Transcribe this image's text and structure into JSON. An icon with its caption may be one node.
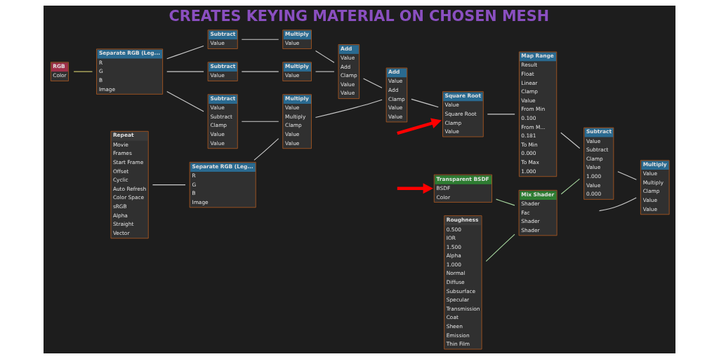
{
  "diagram": {
    "title": "CREATES KEYING MATERIAL ON CHOSEN MESH",
    "nodes": [
      {
        "text": [
          "RGB",
          "Color"
        ]
      },
      {
        "text": [
          "Separate RGB (Leg...",
          "R",
          "G",
          "B",
          "Image"
        ]
      },
      {
        "text": [
          "Subtract",
          "Value"
        ]
      },
      {
        "text": [
          "Subtract",
          "Value"
        ]
      },
      {
        "text": [
          "Subtract",
          "Value",
          "Subtract",
          "Clamp",
          "Value",
          "Value"
        ]
      },
      {
        "text": [
          "Repeat",
          "Movie",
          "Frames",
          "Start Frame",
          "Offset",
          "Cyclic",
          "Auto Refresh",
          "Color Space",
          "sRGB",
          "Alpha",
          "Straight",
          "Vector"
        ]
      },
      {
        "text": [
          "Multiply",
          "Value"
        ]
      },
      {
        "text": [
          "Multiply",
          "Value"
        ]
      },
      {
        "text": [
          "Multiply",
          "Value",
          "Multiply",
          "Clamp",
          "Value",
          "Value"
        ]
      },
      {
        "text": [
          "Separate RGB (Leg...",
          "R",
          "G",
          "B",
          "Image"
        ]
      },
      {
        "text": [
          "Transparent BSDF",
          "BSDF",
          "Color"
        ]
      },
      {
        "text": [
          "Add",
          "Value",
          "Add",
          "Clamp",
          "Value",
          "Value"
        ]
      },
      {
        "text": [
          "Roughness",
          "0.500",
          "IOR",
          "1.500",
          "Alpha",
          "1.000",
          "Normal",
          "Diffuse",
          "Subsurface",
          "Specular",
          "Transmission",
          "Coat",
          "Sheen",
          "Emission",
          "Thin Film"
        ]
      },
      {
        "text": [
          "Add",
          "Value",
          "Add",
          "Clamp",
          "Value",
          "Value"
        ]
      },
      {
        "text": [
          "Mix Shader",
          "Shader",
          "Fac",
          "Shader",
          "Shader"
        ]
      },
      {
        "text": [
          "Square Root",
          "Value",
          "Square Root",
          "Clamp",
          "Value"
        ]
      },
      {
        "text": [
          "Map Range",
          "Result",
          "Float",
          "Linear",
          "Clamp",
          "Value",
          "From Min",
          "0.100",
          "From M...",
          "0.181",
          "To Min",
          "0.000",
          "To Max",
          "1.000"
        ]
      },
      {
        "text": [
          "Subtract",
          "Value",
          "Subtract",
          "Clamp",
          "Value",
          "1.000",
          "Value",
          "0.000"
        ]
      },
      {
        "text": [
          "Multiply",
          "Value",
          "Multiply",
          "Clamp",
          "Value",
          "Value"
        ]
      }
    ],
    "edges": [
      {
        "from": 0,
        "to": 1,
        "arrow": "none",
        "color": "#d8d070"
      },
      {
        "from": 1,
        "to": 2,
        "arrow": "none"
      },
      {
        "from": 1,
        "to": 3,
        "arrow": "none"
      },
      {
        "from": 1,
        "to": 4,
        "arrow": "none"
      },
      {
        "from": 2,
        "to": 6,
        "arrow": "none"
      },
      {
        "from": 3,
        "to": 7,
        "arrow": "none"
      },
      {
        "from": 4,
        "to": 8,
        "arrow": "none"
      },
      {
        "from": 5,
        "to": 9,
        "arrow": "none"
      },
      {
        "from": 9,
        "to": 8,
        "arrow": "none"
      },
      {
        "from": 6,
        "to": 11,
        "arrow": "none"
      },
      {
        "from": 7,
        "to": 11,
        "arrow": "none"
      },
      {
        "from": 8,
        "to": 13,
        "arrow": "none"
      },
      {
        "from": 11,
        "to": 13,
        "arrow": "none"
      },
      {
        "from": 10,
        "to": 14,
        "arrow": "none",
        "color": "#a8d8a0"
      },
      {
        "from": 12,
        "to": 14,
        "arrow": "none",
        "color": "#a8d8a0"
      },
      {
        "from": 13,
        "to": 15,
        "arrow": "none"
      },
      {
        "from": 15,
        "to": 16,
        "arrow": "none"
      },
      {
        "from": 16,
        "to": 17,
        "arrow": "none"
      },
      {
        "from": 14,
        "to": 17,
        "arrow": "none",
        "color": "#a8d8a0"
      },
      {
        "from": 17,
        "to": 18,
        "arrow": "none"
      },
      {
        "from": null,
        "to": 18,
        "arrow": "none"
      },
      {
        "from": null,
        "to": 10,
        "arrow": "to",
        "style": "thick",
        "color": "#ff0000"
      },
      {
        "from": null,
        "to": 15,
        "arrow": "to",
        "style": "thick",
        "color": "#ff0000"
      }
    ]
  }
}
